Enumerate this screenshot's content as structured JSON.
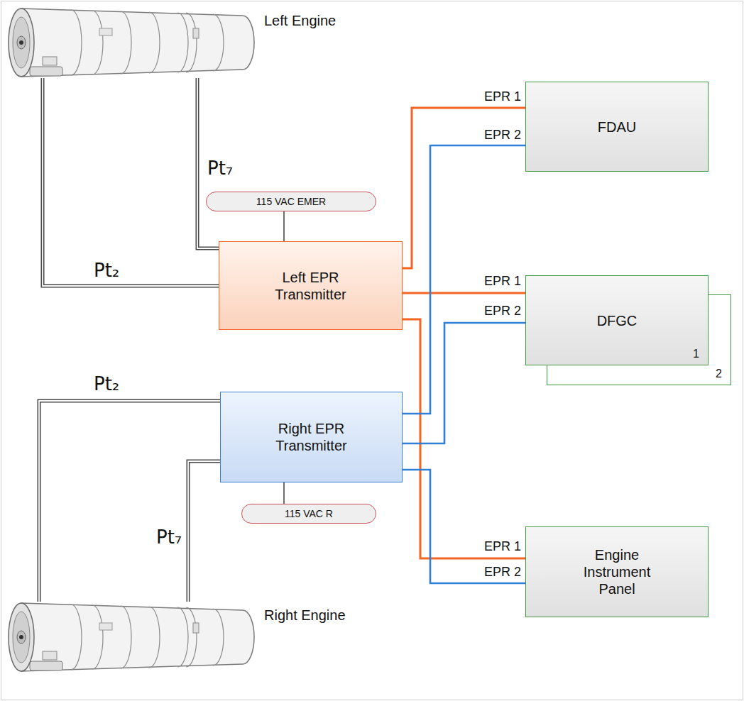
{
  "diagram": {
    "nodes": [
      {
        "text": [
          "Left Engine"
        ]
      },
      {
        "text": [
          "FDAU"
        ]
      },
      {
        "text": [
          "115 VAC EMER"
        ]
      },
      {
        "text": [
          "Left EPR Transmitter"
        ]
      },
      {
        "text": [
          "DFGC",
          "1"
        ]
      },
      {
        "text": [
          "2"
        ]
      },
      {
        "text": [
          "Right EPR Transmitter"
        ]
      },
      {
        "text": [
          "115 VAC R"
        ]
      },
      {
        "text": [
          "Right Engine"
        ]
      },
      {
        "text": [
          "Engine Instrument Panel"
        ]
      }
    ],
    "edges": [
      {
        "from": 0,
        "to": 3,
        "arrow": "none",
        "label": "Pt₇"
      },
      {
        "from": 0,
        "to": 3,
        "arrow": "none",
        "label": "Pt₂"
      },
      {
        "from": 2,
        "to": 3,
        "arrow": "none"
      },
      {
        "from": 3,
        "to": 1,
        "arrow": "none",
        "label": "EPR 1"
      },
      {
        "from": 3,
        "to": 4,
        "arrow": "none",
        "label": "EPR 1"
      },
      {
        "from": 3,
        "to": 9,
        "arrow": "none",
        "label": "EPR 1"
      },
      {
        "from": 6,
        "to": 1,
        "arrow": "none",
        "label": "EPR 2"
      },
      {
        "from": 6,
        "to": 4,
        "arrow": "none",
        "label": "EPR 2"
      },
      {
        "from": 6,
        "to": 9,
        "arrow": "none",
        "label": "EPR 2"
      },
      {
        "from": 7,
        "to": 6,
        "arrow": "none"
      },
      {
        "from": 8,
        "to": 6,
        "arrow": "none",
        "label": "Pt₂"
      },
      {
        "from": 8,
        "to": 6,
        "arrow": "none",
        "label": "Pt₇"
      }
    ]
  }
}
